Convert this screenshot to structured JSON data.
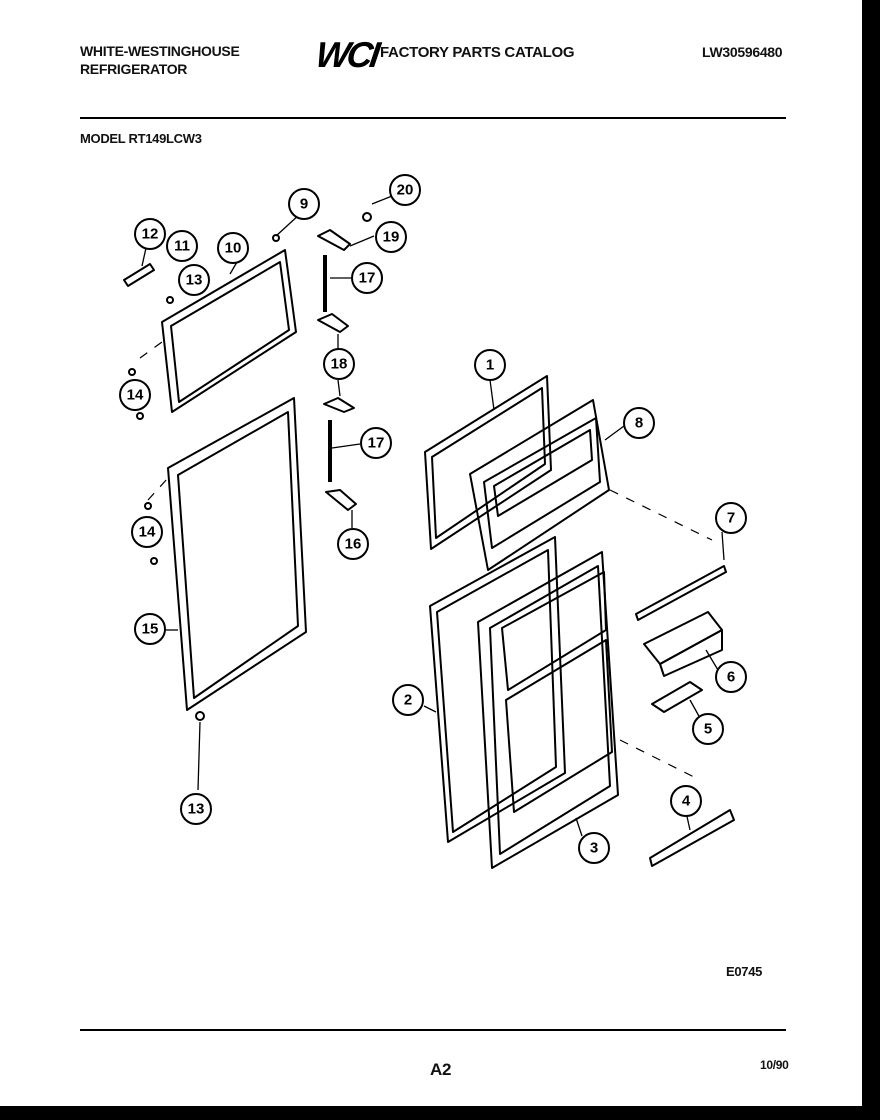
{
  "header": {
    "brand_line1": "WHITE-WESTINGHOUSE",
    "brand_line2": "REFRIGERATOR",
    "logo": "WCI",
    "catalog_title": "FACTORY PARTS CATALOG",
    "catalog_number": "LW30596480",
    "model": "MODEL RT149LCW3"
  },
  "footer": {
    "diagram_code": "E0745",
    "page_number": "A2",
    "date": "10/90"
  },
  "callouts": [
    "1",
    "2",
    "3",
    "4",
    "5",
    "6",
    "7",
    "8",
    "9",
    "10",
    "11",
    "12",
    "13",
    "13",
    "14",
    "14",
    "15",
    "16",
    "17",
    "17",
    "18",
    "19",
    "20"
  ]
}
